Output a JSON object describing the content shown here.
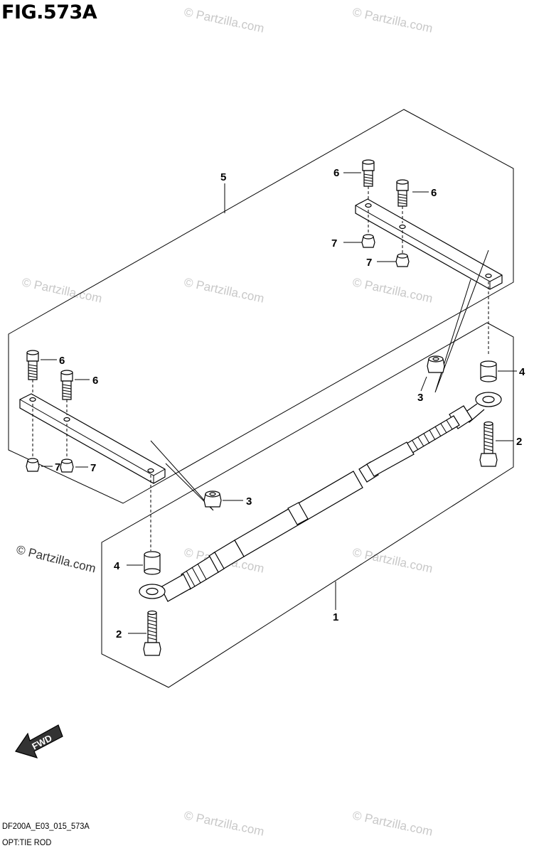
{
  "figure": {
    "title": "FIG.573A"
  },
  "footer": {
    "code": "DF200A_E03_015_573A",
    "name": "OPT:TIE ROD"
  },
  "watermark": {
    "text": "© Partzilla.com"
  },
  "fwd_arrow": {
    "label": "FWD"
  },
  "callouts": {
    "c5": "5",
    "c6a": "6",
    "c6b": "6",
    "c7a": "7",
    "c7b": "7",
    "c6c": "6",
    "c6d": "6",
    "c7c": "7",
    "c7d": "7",
    "c4a": "4",
    "c3a": "3",
    "c2a": "2",
    "c3b": "3",
    "c4b": "4",
    "c1": "1",
    "c2b": "2"
  }
}
